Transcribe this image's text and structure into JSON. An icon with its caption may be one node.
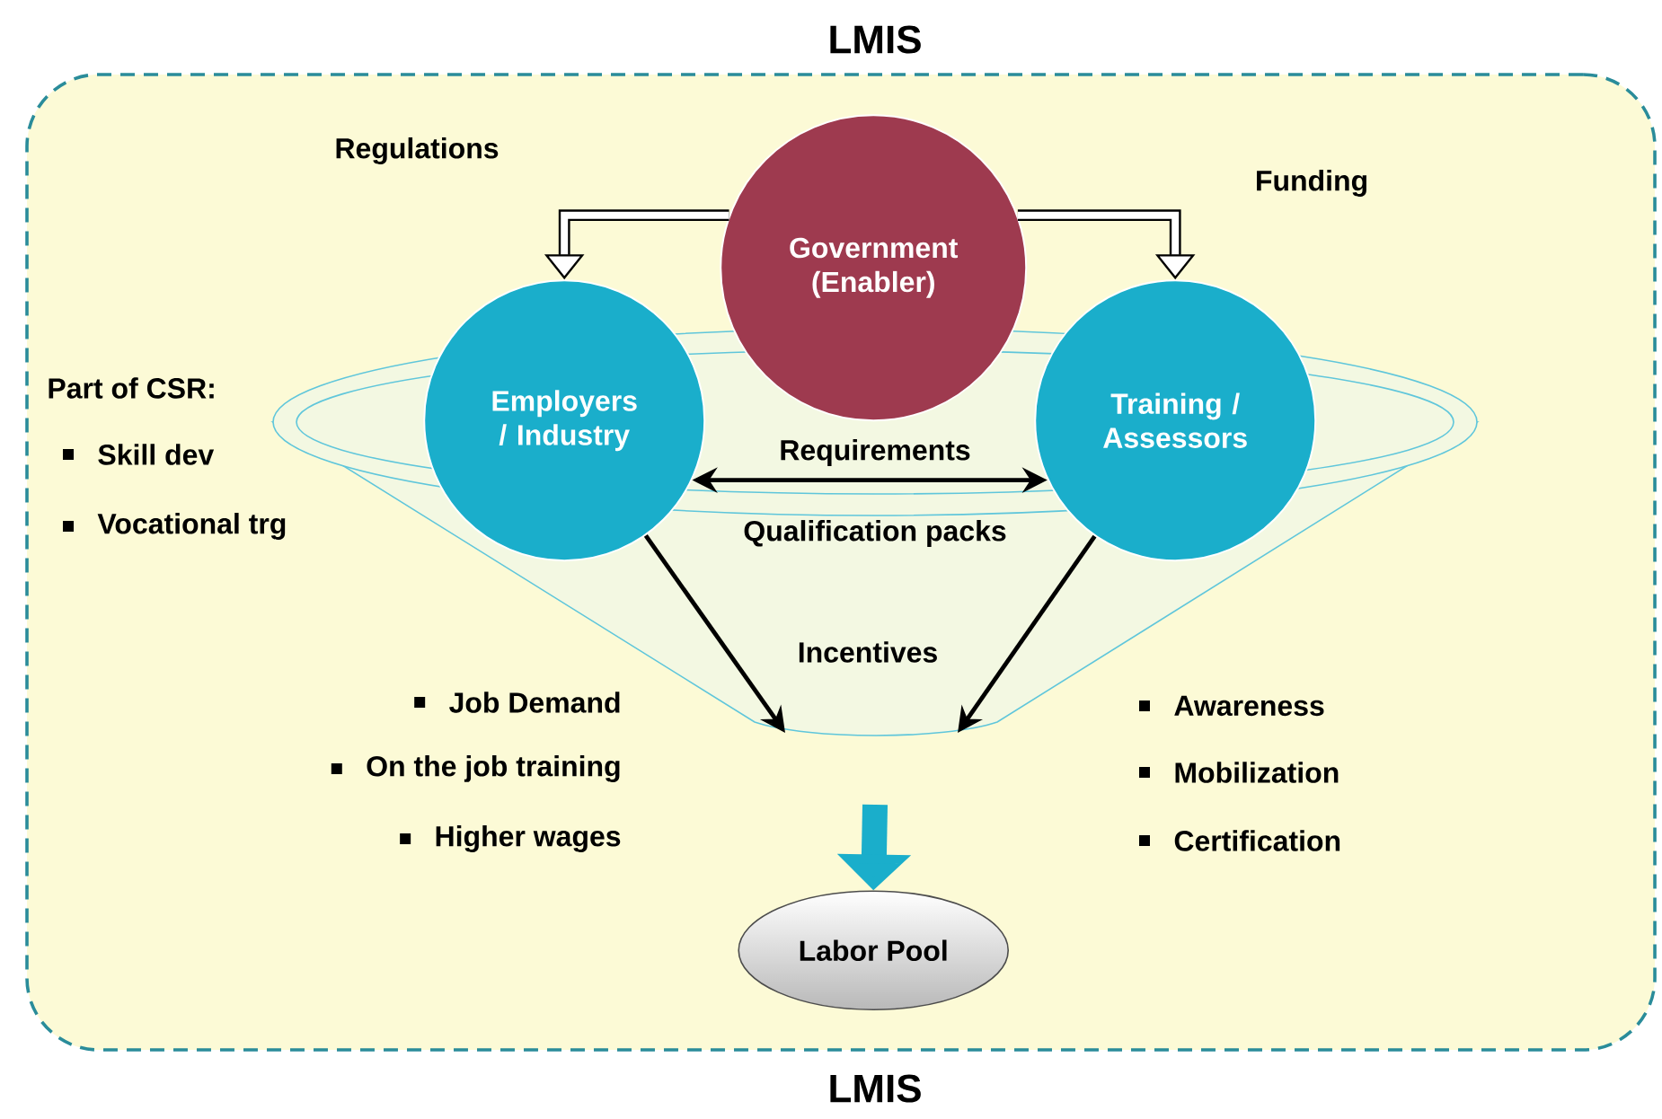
{
  "diagram": {
    "nodes": [
      {
        "text": [
          "LMIS",
          "LMIS"
        ]
      },
      {
        "text": [
          "Government (Enabler)"
        ],
        "in": 0
      },
      {
        "text": [
          "Employers / Industry"
        ],
        "in": 0
      },
      {
        "text": [
          "Training / Assessors"
        ],
        "in": 0
      },
      {
        "text": [
          "Labor Pool"
        ],
        "in": 0
      }
    ],
    "edges": [
      {
        "from": 1,
        "to": 2,
        "arrow": "to",
        "label": "Regulations",
        "style": "thick"
      },
      {
        "from": 1,
        "to": 3,
        "arrow": "to",
        "label": "Funding",
        "style": "thick"
      },
      {
        "from": 2,
        "to": 3,
        "arrow": "both",
        "label": "Requirements"
      },
      {
        "from": 2,
        "to": null,
        "arrow": "to"
      },
      {
        "from": 3,
        "to": null,
        "arrow": "to"
      },
      {
        "from": null,
        "to": 4,
        "arrow": "to",
        "style": "thick",
        "color": "#1aaecb"
      }
    ],
    "labels": [
      "Part of CSR:",
      "Skill dev",
      "Vocational trg",
      "Qualification packs",
      "Incentives",
      "Job Demand",
      "Awareness",
      "On the job training",
      "Mobilization",
      "Higher wages",
      "Certification"
    ]
  }
}
